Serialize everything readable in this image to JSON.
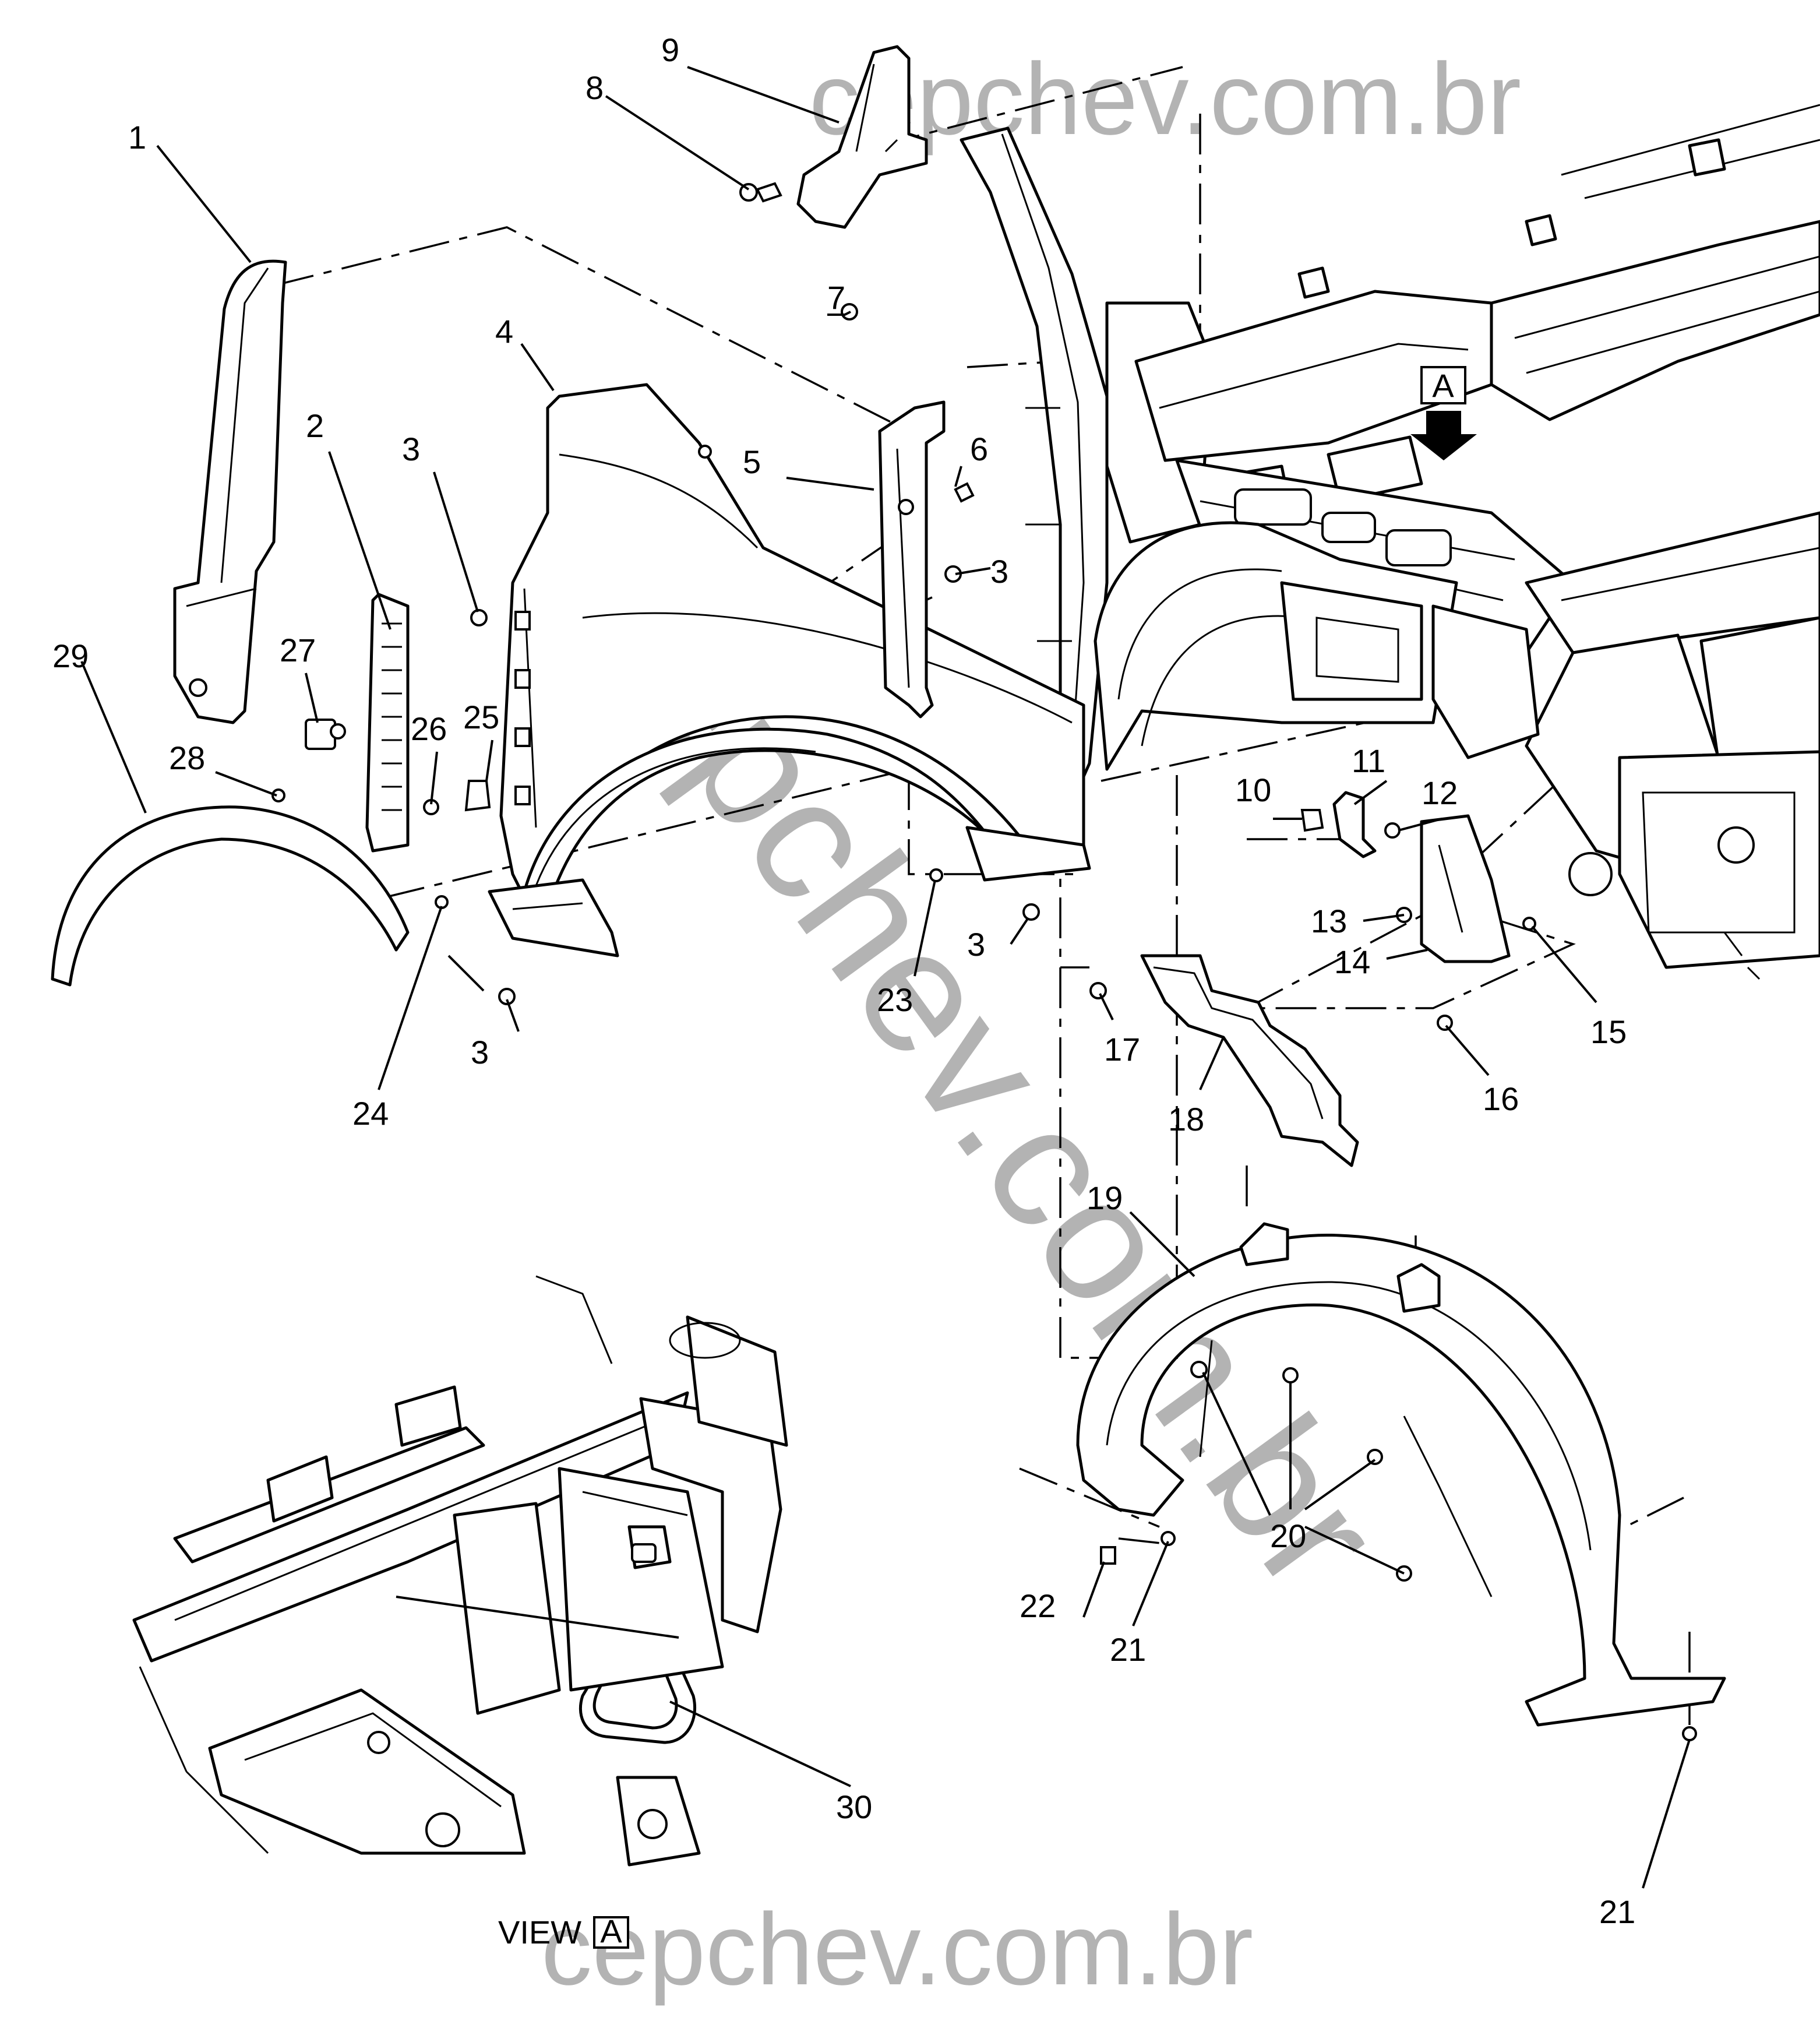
{
  "watermark": {
    "top": "cepchev.com.br",
    "bottom": "cepchev.com.br",
    "diagonal": "cepchev.com.br",
    "color": "#b3b3b3"
  },
  "callouts": {
    "c1": "1",
    "c2": "2",
    "c3a": "3",
    "c3b": "3",
    "c3c": "3",
    "c3d": "3",
    "c4": "4",
    "c5": "5",
    "c6": "6",
    "c7": "7",
    "c8": "8",
    "c9": "9",
    "c10": "10",
    "c11": "11",
    "c12": "12",
    "c13": "13",
    "c14": "14",
    "c15": "15",
    "c16": "16",
    "c17": "17",
    "c18": "18",
    "c19": "19",
    "c20": "20",
    "c21a": "21",
    "c21b": "21",
    "c22": "22",
    "c23": "23",
    "c24": "24",
    "c25": "25",
    "c26": "26",
    "c27": "27",
    "c28": "28",
    "c29": "29",
    "c30": "30"
  },
  "view_marker": {
    "letter": "A"
  },
  "view_label": {
    "prefix": "VIEW",
    "letter": "A"
  }
}
